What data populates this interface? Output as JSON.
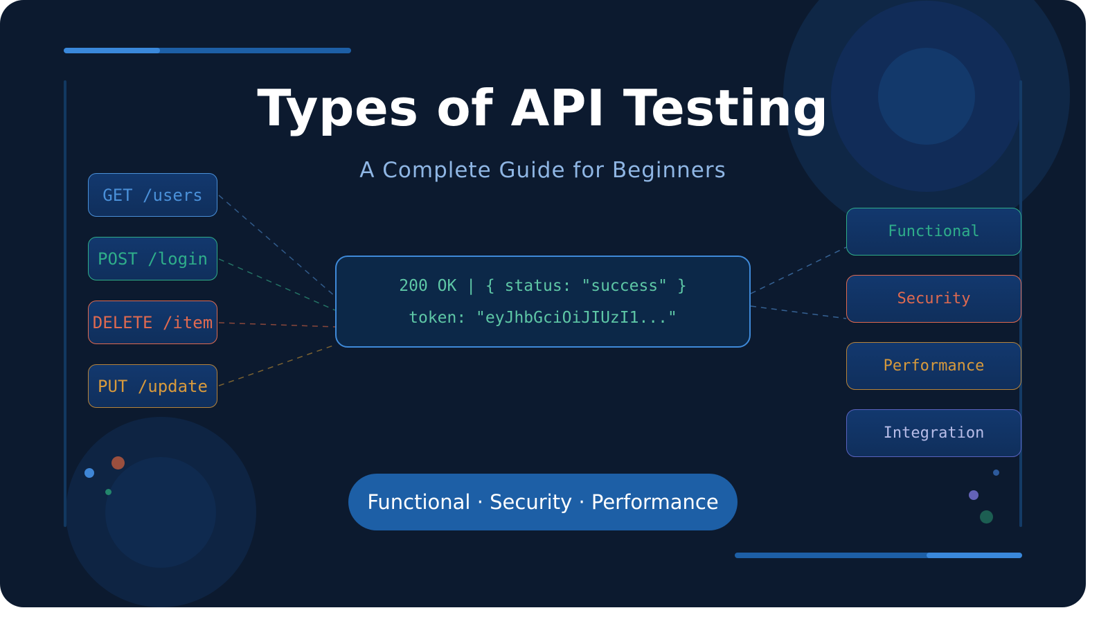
{
  "slide": {
    "title": "Types of API Testing",
    "subtitle": "A Complete Guide for Beginners"
  },
  "endpoints": [
    {
      "label": "GET /users",
      "color": "#4a90d9"
    },
    {
      "label": "POST /login",
      "color": "#2fae8a"
    },
    {
      "label": "DELETE /item",
      "color": "#e06a50"
    },
    {
      "label": "PUT /update",
      "color": "#d89a3c"
    }
  ],
  "response": {
    "line1": "200 OK | { status: \"success\" }",
    "line2": "token: \"eyJhbGciOiJIUzI1...\"",
    "border_color": "#3f8ad9",
    "text_color": "#5ec7a6"
  },
  "testing_types": [
    {
      "label": "Functional",
      "color": "#2fae8a"
    },
    {
      "label": "Security",
      "color": "#e06a50"
    },
    {
      "label": "Performance",
      "color": "#d89a3c"
    },
    {
      "label": "Integration",
      "color": "#8c8fe0"
    }
  ],
  "footer_pill": {
    "label": "Functional · Security · Performance"
  },
  "progress": {
    "top_fill_percent": 33,
    "bottom_fill_percent": 33
  },
  "colors": {
    "background": "#0c1a2f",
    "accent": "#3a88db",
    "accent_dark": "#1d5fa6"
  }
}
